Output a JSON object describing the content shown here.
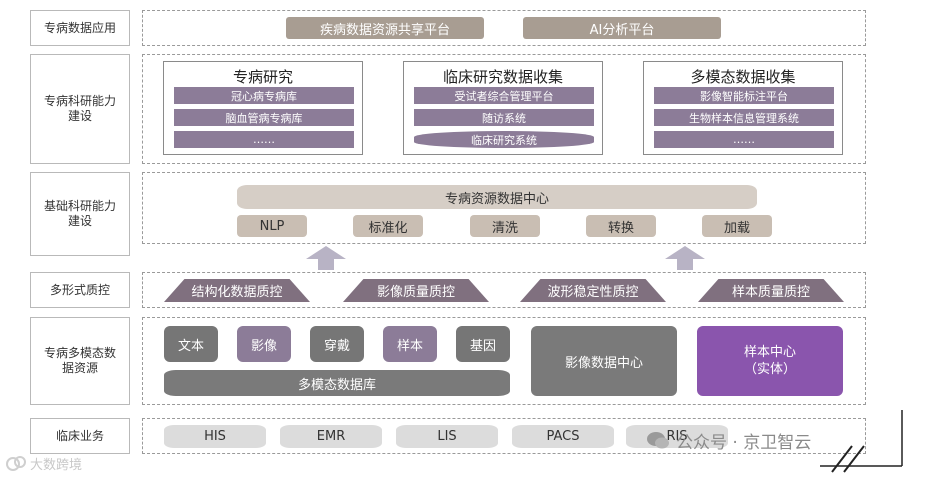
{
  "rows": {
    "app": "专病数据应用",
    "research": "专病科研能力\n建设",
    "basic": "基础科研能力\n建设",
    "qc": "多形式质控",
    "resources": "专病多模态数\n据资源",
    "clinical": "临床业务"
  },
  "app_layer": {
    "platform1": "疾病数据资源共享平台",
    "platform2": "AI分析平台"
  },
  "research_layer": {
    "card1": {
      "title": "专病研究",
      "items": [
        "冠心病专病库",
        "脑血管病专病库",
        "……"
      ]
    },
    "card2": {
      "title": "临床研究数据收集",
      "items": [
        "受试者综合管理平台",
        "随访系统",
        "临床研究系统"
      ]
    },
    "card3": {
      "title": "多模态数据收集",
      "items": [
        "影像智能标注平台",
        "生物样本信息管理系统",
        "……"
      ]
    }
  },
  "basic_layer": {
    "center": "专病资源数据中心",
    "tags": [
      "NLP",
      "标准化",
      "清洗",
      "转换",
      "加载"
    ]
  },
  "qc_layer": {
    "items": [
      "结构化数据质控",
      "影像质量质控",
      "波形稳定性质控",
      "样本质量质控"
    ]
  },
  "resource_layer": {
    "tiles": [
      "文本",
      "影像",
      "穿戴",
      "样本",
      "基因"
    ],
    "db": "多模态数据库",
    "imaging_center": "影像数据中心",
    "sample_center": "样本中心\n（实体）"
  },
  "clinical_layer": {
    "systems": [
      "HIS",
      "EMR",
      "LIS",
      "PACS",
      "RIS"
    ]
  },
  "watermarks": {
    "left": "大数跨境",
    "right": "公众号 · 京卫智云"
  },
  "colors": {
    "pill": "#a89d92",
    "card_bar": "#8c7c98",
    "qc": "#80707f",
    "tile_gray": "#767676",
    "tile_purple": "#8c7c98",
    "sample_center": "#8a55ad"
  }
}
